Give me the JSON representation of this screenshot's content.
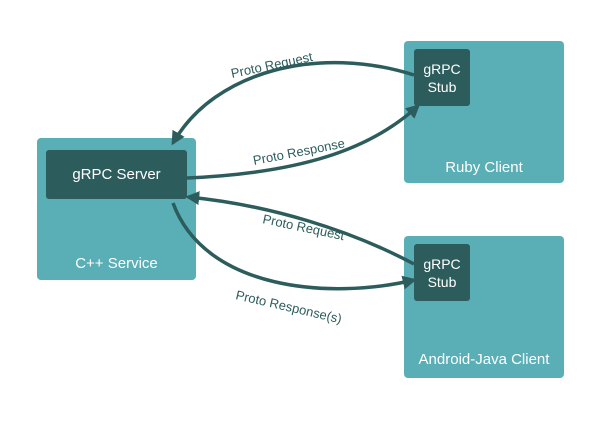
{
  "colors": {
    "outer_box": "#5aaeb6",
    "inner_box": "#2d5c5c",
    "arrow": "#2d5c5c",
    "text_light": "#ffffff",
    "background": "#ffffff"
  },
  "nodes": {
    "cpp_service": {
      "label": "C++ Service",
      "inner_label": "gRPC Server"
    },
    "ruby_client": {
      "label": "Ruby Client",
      "stub_line1": "gRPC",
      "stub_line2": "Stub"
    },
    "android_client": {
      "label": "Android-Java Client",
      "stub_line1": "gRPC",
      "stub_line2": "Stub"
    }
  },
  "edges": {
    "ruby_request": "Proto Request",
    "ruby_response": "Proto Response",
    "android_request": "Proto Request",
    "android_response": "Proto Response(s)"
  }
}
